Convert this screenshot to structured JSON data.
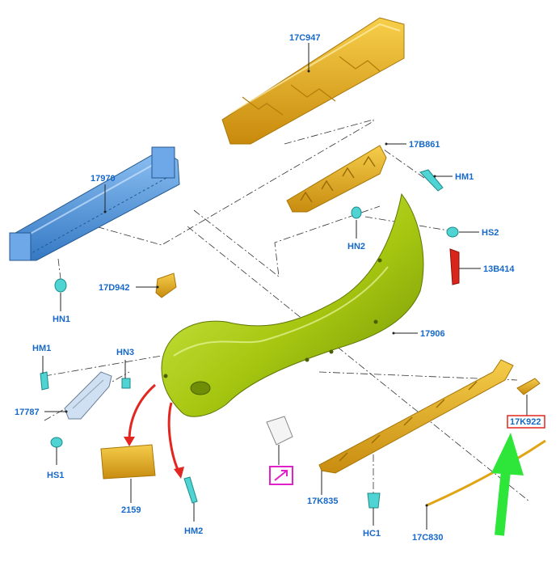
{
  "labels": {
    "p17C947": "17C947",
    "p17B861": "17B861",
    "pHM1_right": "HM1",
    "p17970": "17970",
    "pHN2": "HN2",
    "pHS2": "HS2",
    "p13B414": "13B414",
    "p17D942": "17D942",
    "pHN1": "HN1",
    "p17906": "17906",
    "pHM1_left": "HM1",
    "pHN3": "HN3",
    "p17787": "17787",
    "pHS1": "HS1",
    "p17K922": "17K922",
    "p2159": "2159",
    "pHM2": "HM2",
    "p17K835": "17K835",
    "pHC1": "HC1",
    "p17C830": "17C830"
  },
  "colors": {
    "label_text": "#1769c9",
    "absorber": "#e8a918",
    "beam": "#4a90d9",
    "bumper": "#a8c90f",
    "clip": "#4fd3d3",
    "reflector": "#d8261c",
    "highlight_box": "#e3261f",
    "tow_symbol_box": "#e020c8",
    "red_arrow": "#e3261f",
    "green_arrow": "#2ee63a"
  }
}
